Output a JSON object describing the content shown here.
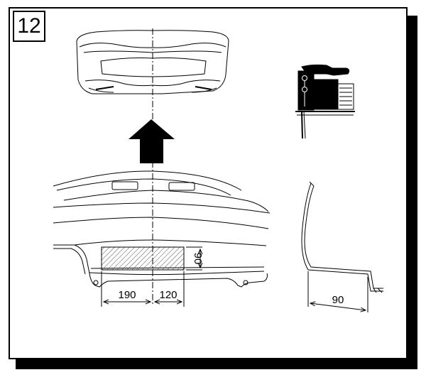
{
  "step_number": "12",
  "dimensions": {
    "left_width": "190",
    "right_width": "120",
    "height": "90",
    "flange_width": "90"
  },
  "icons": {
    "tool": "jigsaw-icon",
    "direction": "arrow-up-icon"
  },
  "colors": {
    "line": "#000000",
    "hatch": "#555555",
    "background": "#ffffff"
  }
}
